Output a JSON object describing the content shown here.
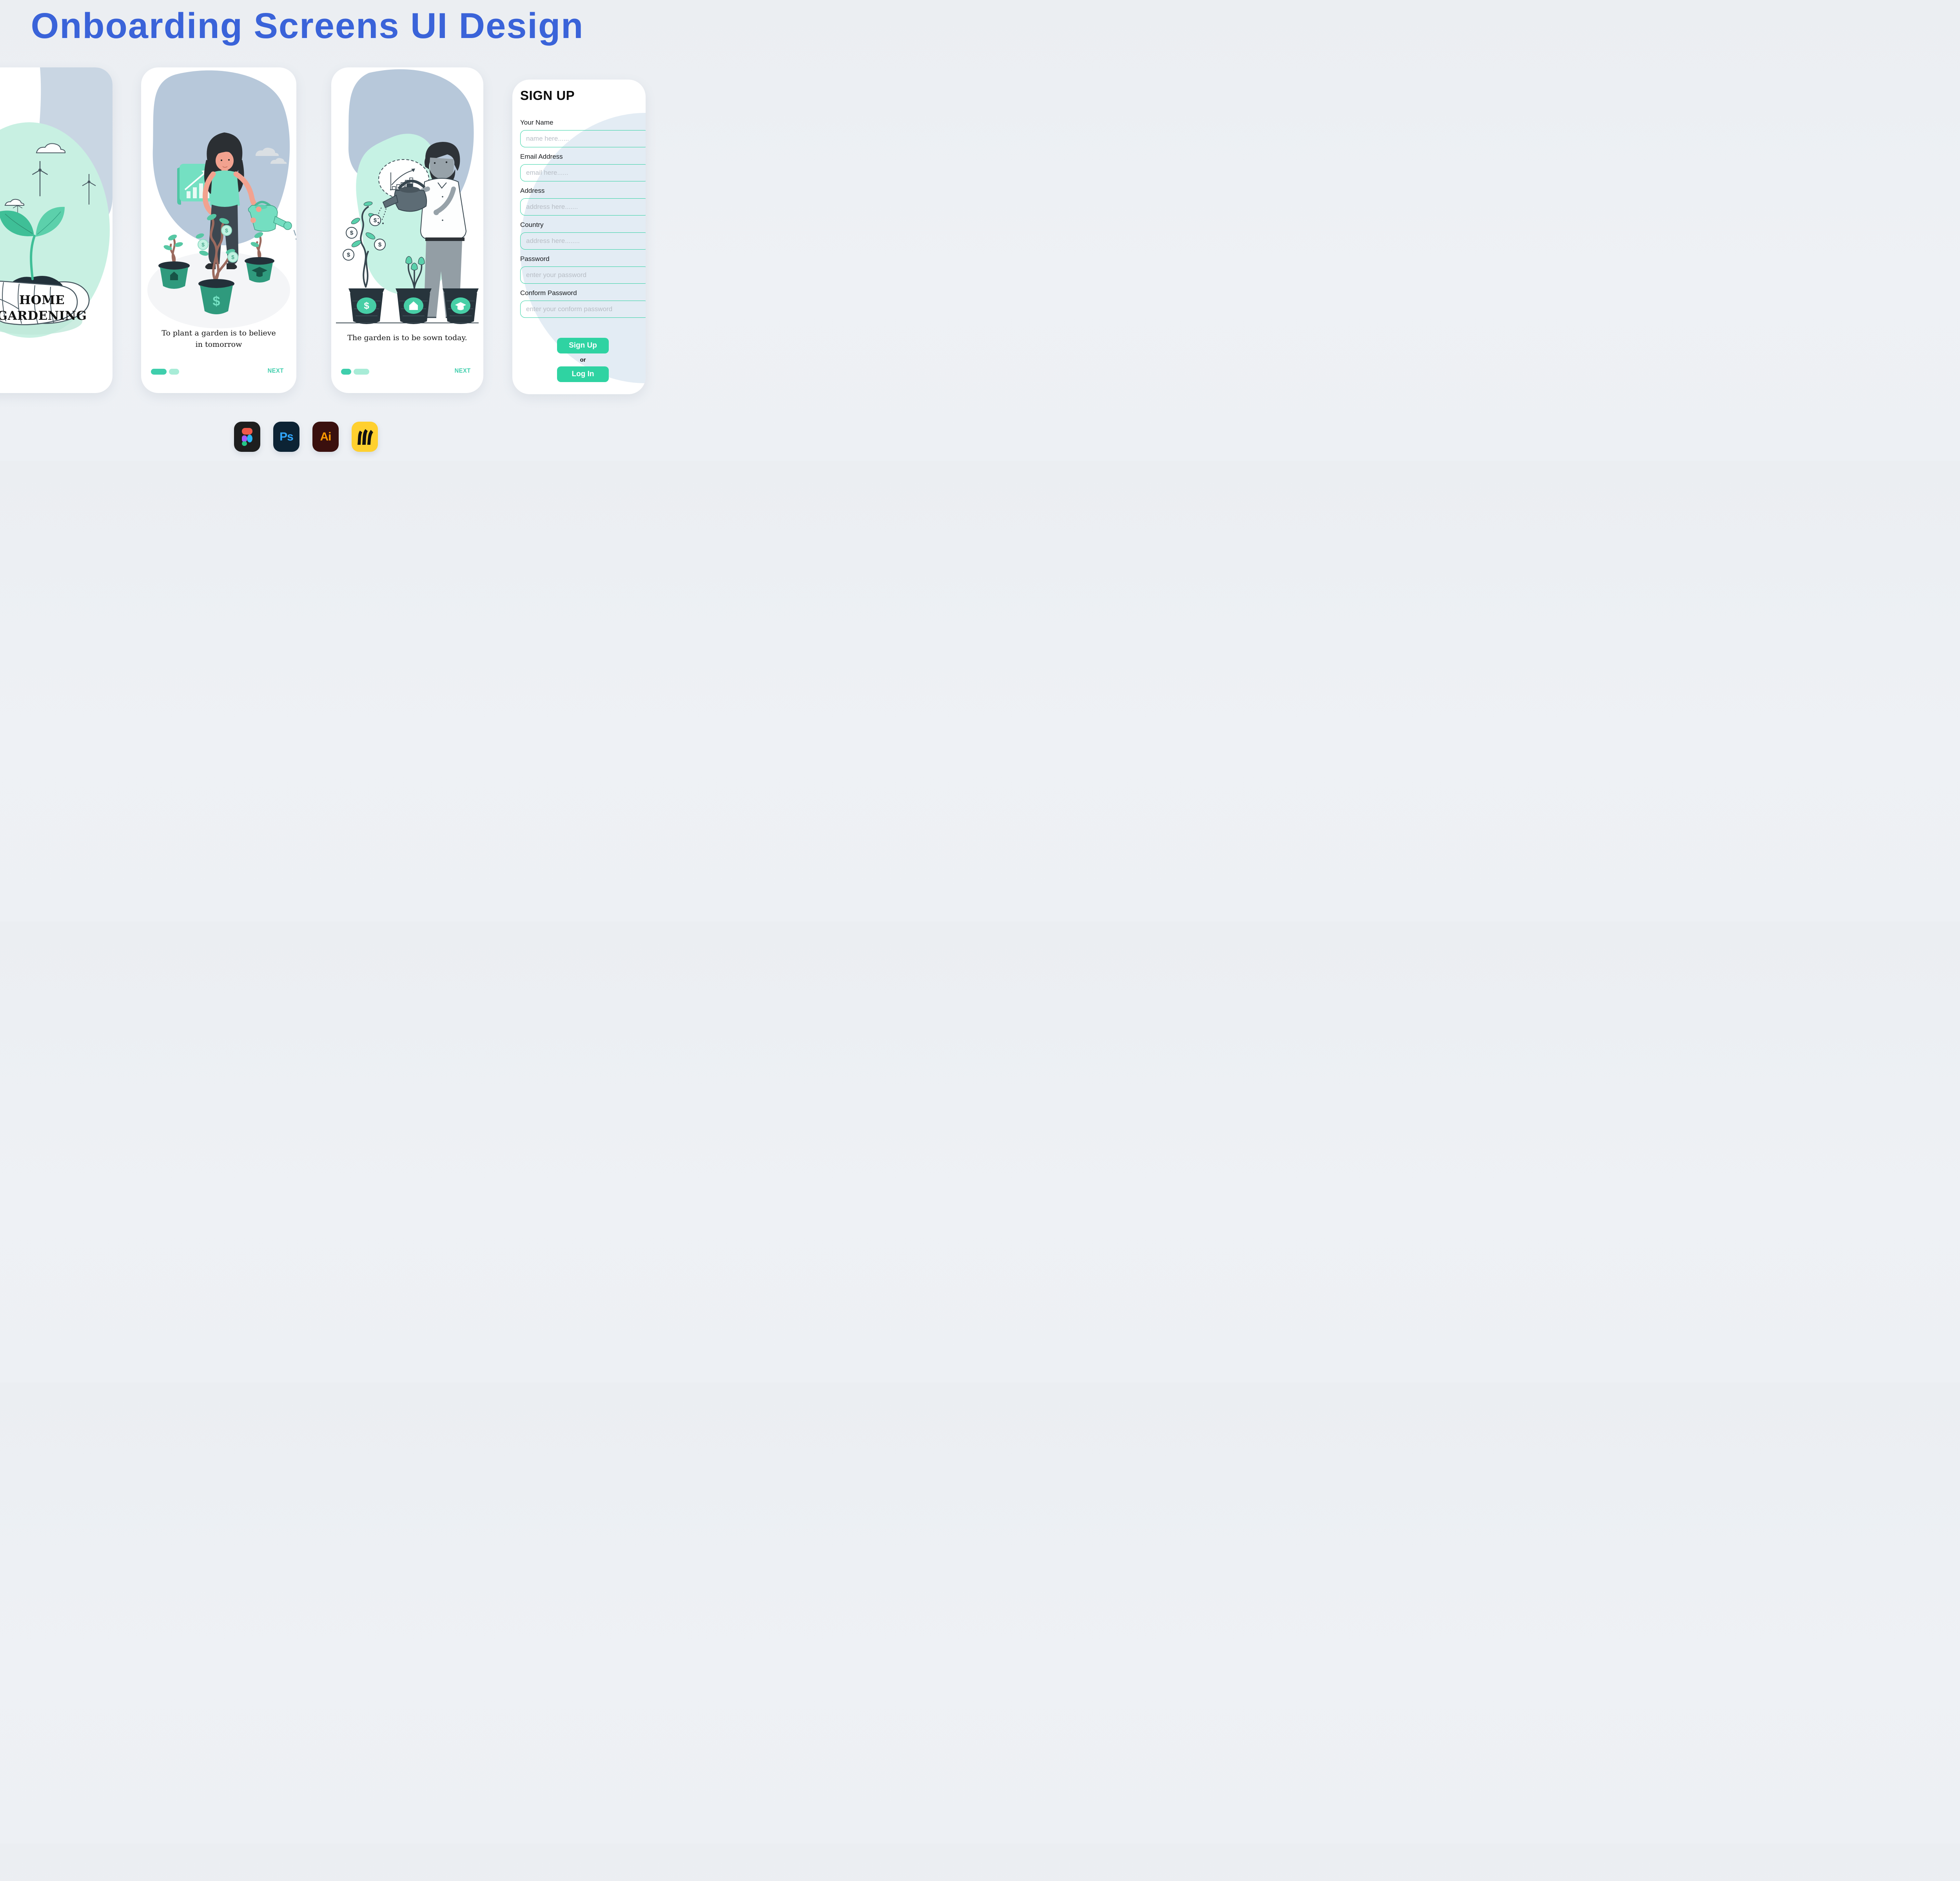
{
  "page": {
    "title": "Onboarding Screens UI Design"
  },
  "colors": {
    "page_bg": "#edf0f4",
    "title_blue": "#3a63d9",
    "accent_teal": "#2fd3a2",
    "pagination_active": "#3fceac",
    "pagination_inactive": "#a8ecd7",
    "input_border": "#2bd0a0",
    "illustration_blue_blob": "#b7c8da",
    "illustration_mint": "#c8f0e2"
  },
  "screens": {
    "home": {
      "title_line1": "HOME",
      "title_line2": "GARDENING"
    },
    "onboarding_plant": {
      "quote_line1": "To plant a garden is to believe",
      "quote_line2": "in tomorrow",
      "next_label": "NEXT",
      "pagination": {
        "count": 2,
        "active_index": 0
      }
    },
    "onboarding_sow": {
      "quote": "The garden is to be sown today.",
      "next_label": "NEXT",
      "pagination": {
        "count": 2,
        "active_index": 1
      }
    },
    "signup": {
      "heading": "SIGN UP",
      "fields": [
        {
          "label": "Your Name",
          "placeholder": "name here......"
        },
        {
          "label": "Email Address",
          "placeholder": "email here......"
        },
        {
          "label": "Address",
          "placeholder": "address here......."
        },
        {
          "label": "Country",
          "placeholder": "address here........"
        },
        {
          "label": "Password",
          "placeholder": "enter your password"
        },
        {
          "label": "Conform Password",
          "placeholder": "enter your conform password"
        }
      ],
      "signup_button_label": "Sign Up",
      "or_label": "or",
      "login_button_label": "Log In"
    }
  },
  "footer_icons": [
    {
      "name": "figma"
    },
    {
      "name": "photoshop",
      "label": "Ps"
    },
    {
      "name": "illustrator",
      "label": "Ai"
    },
    {
      "name": "miro"
    }
  ]
}
